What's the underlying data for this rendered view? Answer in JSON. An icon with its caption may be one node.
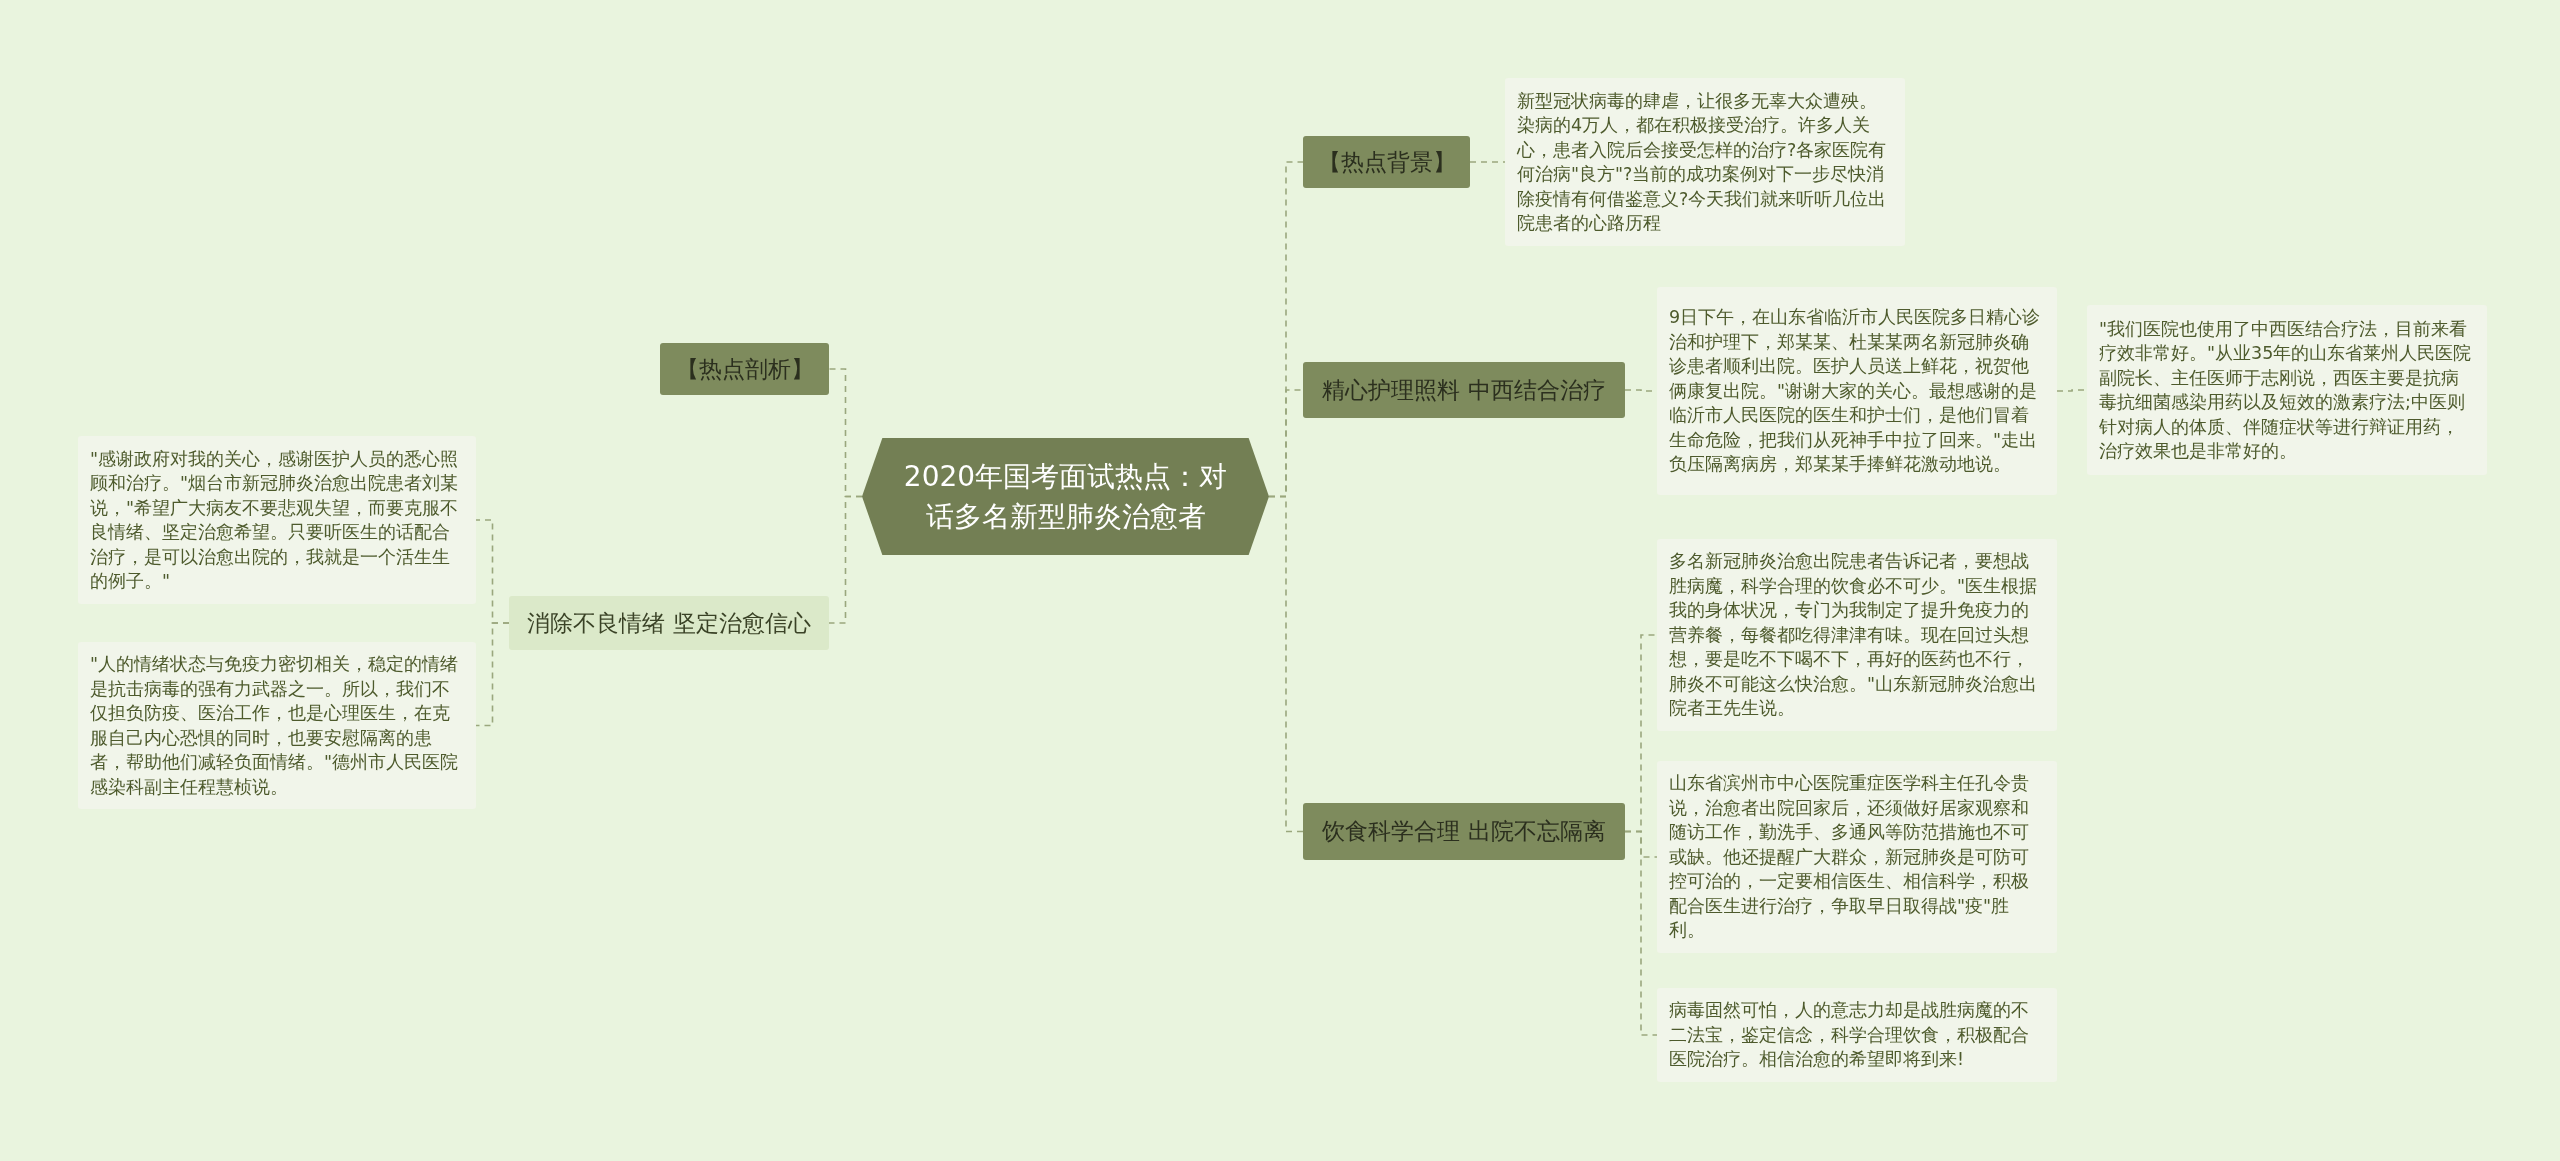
{
  "diagram": {
    "nodes": [
      {
        "text": [
          "2020年国考面试热点：对话多名新型肺炎治愈者"
        ]
      },
      {
        "text": [
          "【热点背景】"
        ]
      },
      {
        "text": [
          "新型冠状病毒的肆虐，让很多无辜大众遭殃。染病的4万人，都在积极接受治疗。许多人关心，患者入院后会接受怎样的治疗?各家医院有何治病\"良方\"?当前的成功案例对下一步尽快消除疫情有何借鉴意义?今天我们就来听听几位出院患者的心路历程"
        ]
      },
      {
        "text": [
          "精心护理照料 中西结合治疗"
        ]
      },
      {
        "text": [
          "9日下午，在山东省临沂市人民医院多日精心诊治和护理下，郑某某、杜某某两名新冠肺炎确诊患者顺利出院。医护人员送上鲜花，祝贺他俩康复出院。\"谢谢大家的关心。最想感谢的是临沂市人民医院的医生和护士们，是他们冒着生命危险，把我们从死神手中拉了回来。\"走出负压隔离病房，郑某某手捧鲜花激动地说。"
        ]
      },
      {
        "text": [
          "\"我们医院也使用了中西医结合疗法，目前来看疗效非常好。\"从业35年的山东省莱州人民医院副院长、主任医师于志刚说，西医主要是抗病毒抗细菌感染用药以及短效的激素疗法;中医则针对病人的体质、伴随症状等进行辩证用药，治疗效果也是非常好的。"
        ]
      },
      {
        "text": [
          "饮食科学合理 出院不忘隔离"
        ]
      },
      {
        "text": [
          "多名新冠肺炎治愈出院患者告诉记者，要想战胜病魔，科学合理的饮食必不可少。\"医生根据我的身体状况，专门为我制定了提升免疫力的营养餐，每餐都吃得津津有味。现在回过头想想，要是吃不下喝不下，再好的医药也不行，肺炎不可能这么快治愈。\"山东新冠肺炎治愈出院者王先生说。"
        ]
      },
      {
        "text": [
          "山东省滨州市中心医院重症医学科主任孔令贵说，治愈者出院回家后，还须做好居家观察和随访工作，勤洗手、多通风等防范措施也不可或缺。他还提醒广大群众，新冠肺炎是可防可控可治的，一定要相信医生、相信科学，积极配合医生进行治疗，争取早日取得战\"疫\"胜利。"
        ]
      },
      {
        "text": [
          "病毒固然可怕，人的意志力却是战胜病魔的不二法宝，鉴定信念，科学合理饮食，积极配合医院治疗。相信治愈的希望即将到来!"
        ]
      },
      {
        "text": [
          "【热点剖析】"
        ]
      },
      {
        "text": [
          "消除不良情绪 坚定治愈信心"
        ]
      },
      {
        "text": [
          "\"感谢政府对我的关心，感谢医护人员的悉心照顾和治疗。\"烟台市新冠肺炎治愈出院患者刘某说，\"希望广大病友不要悲观失望，而要克服不良情绪、坚定治愈希望。只要听医生的话配合治疗，是可以治愈出院的，我就是一个活生生的例子。\""
        ]
      },
      {
        "text": [
          "\"人的情绪状态与免疫力密切相关，稳定的情绪是抗击病毒的强有力武器之一。所以，我们不仅担负防疫、医治工作，也是心理医生，在克服自己内心恐惧的同时，也要安慰隔离的患者，帮助他们减轻负面情绪。\"德州市人民医院感染科副主任程慧桢说。"
        ]
      }
    ],
    "edges": [
      {
        "from": 0,
        "to": 1,
        "arrow": "none"
      },
      {
        "from": 1,
        "to": 2,
        "arrow": "none"
      },
      {
        "from": 0,
        "to": 3,
        "arrow": "none"
      },
      {
        "from": 3,
        "to": 4,
        "arrow": "none"
      },
      {
        "from": 4,
        "to": 5,
        "arrow": "none"
      },
      {
        "from": 0,
        "to": 6,
        "arrow": "none"
      },
      {
        "from": 6,
        "to": 7,
        "arrow": "none"
      },
      {
        "from": 6,
        "to": 8,
        "arrow": "none"
      },
      {
        "from": 6,
        "to": 9,
        "arrow": "none"
      },
      {
        "from": 0,
        "to": 10,
        "arrow": "none"
      },
      {
        "from": 0,
        "to": 11,
        "arrow": "none"
      },
      {
        "from": 11,
        "to": 12,
        "arrow": "none"
      },
      {
        "from": 11,
        "to": 13,
        "arrow": "none"
      }
    ]
  }
}
